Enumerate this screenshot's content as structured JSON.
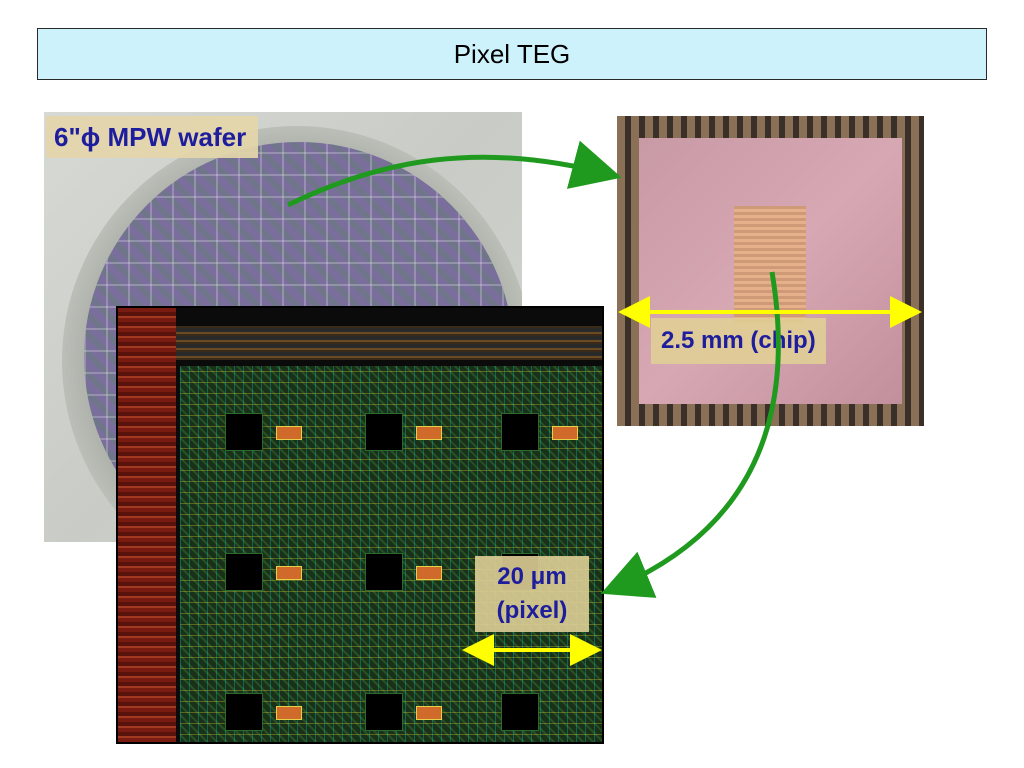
{
  "title": "Pixel TEG",
  "wafer": {
    "label": "6\"ϕ MPW wafer"
  },
  "chip": {
    "dimension_label": "2.5 mm (chip)"
  },
  "pixel": {
    "dimension_line1": "20 μm",
    "dimension_line2": "(pixel)"
  },
  "colors": {
    "title_background": "#cdf2fb",
    "label_text": "#1d1d9e",
    "label_background": "#e0ce96",
    "arrow_green": "#1f9a1f",
    "dimension_yellow": "#ffff00"
  },
  "icons": [
    "wafer-photo",
    "chip-micrograph",
    "pixel-layout-image",
    "green-arrow-icon",
    "yellow-dimension-arrow-icon"
  ]
}
